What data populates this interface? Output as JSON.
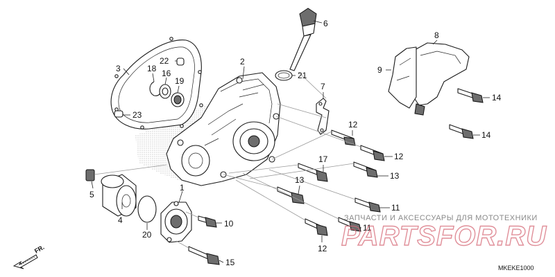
{
  "diagram": {
    "code": "MKEKE1000",
    "direction_label": "FR.",
    "labels": {
      "p1": "1",
      "p2": "2",
      "p3": "3",
      "p4": "4",
      "p5": "5",
      "p6": "6",
      "p7": "7",
      "p8": "8",
      "p9": "9",
      "p10": "10",
      "p11a": "11",
      "p11b": "11",
      "p12a": "12",
      "p12b": "12",
      "p12c": "12",
      "p13a": "13",
      "p13b": "13",
      "p14a": "14",
      "p14b": "14",
      "p15": "15",
      "p16": "16",
      "p17": "17",
      "p18": "18",
      "p19": "19",
      "p20": "20",
      "p21": "21",
      "p22": "22",
      "p23": "23"
    }
  },
  "watermark": {
    "tagline": "ЗАПЧАСТИ И АКСЕССУАРЫ ДЛЯ МОТОТЕХНИКИ",
    "logo": "PARTSFOR.RU"
  }
}
